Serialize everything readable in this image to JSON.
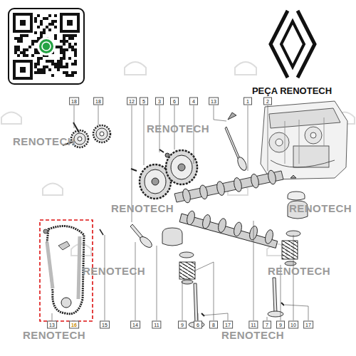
{
  "diagram": {
    "labels": [
      "PEÇA RENOTECH",
      "18",
      "18",
      "12",
      "5",
      "3",
      "6",
      "4",
      "13",
      "1",
      "2",
      "RENOTECH",
      "RENOTECH",
      "RENOTECH",
      "RENOTECH",
      "RENOTECH",
      "RENOTECH",
      "RENOTECH",
      "RENOTECH",
      "13",
      "16",
      "15",
      "14",
      "11",
      "9",
      "6",
      "8",
      "17",
      "11",
      "7",
      "9",
      "10",
      "17"
    ]
  }
}
